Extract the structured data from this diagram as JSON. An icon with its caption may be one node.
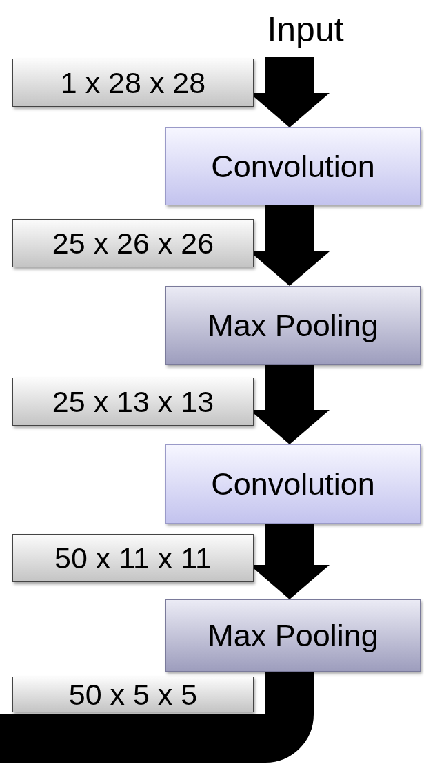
{
  "diagram": {
    "nodes": [
      {
        "text": [
          "Input"
        ]
      },
      {
        "text": [
          "1 x 28 x 28"
        ]
      },
      {
        "text": [
          "Convolution"
        ]
      },
      {
        "text": [
          "25 x 26 x 26"
        ]
      },
      {
        "text": [
          "Max Pooling"
        ]
      },
      {
        "text": [
          "25 x 13 x 13"
        ]
      },
      {
        "text": [
          "Convolution"
        ]
      },
      {
        "text": [
          "50 x 11 x 11"
        ]
      },
      {
        "text": [
          "Max Pooling"
        ]
      },
      {
        "text": [
          "50 x 5 x 5"
        ]
      }
    ],
    "edges": [
      {
        "from": 0,
        "to": 2,
        "arrow": "to"
      },
      {
        "from": 2,
        "to": 4,
        "arrow": "to"
      },
      {
        "from": 4,
        "to": 6,
        "arrow": "to"
      },
      {
        "from": 6,
        "to": 8,
        "arrow": "to"
      },
      {
        "from": 8,
        "to": null,
        "arrow": "none"
      }
    ]
  }
}
